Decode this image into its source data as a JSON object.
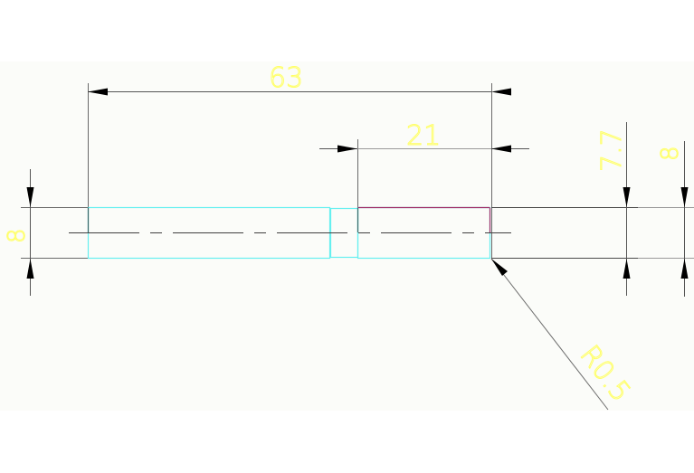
{
  "drawing": {
    "type": "CAD shaft profile drawing",
    "colors": {
      "background": "#fbfcf9",
      "outline_cyan": "#66f0f0",
      "outline_magenta": "#a0306a",
      "dimension_line": "#5a5a5a",
      "dimension_text": "#ffff66",
      "centerline": "#404040"
    },
    "dimensions": {
      "overall_length": {
        "label": "63"
      },
      "section_length": {
        "label": "21"
      },
      "left_diameter": {
        "label": "8"
      },
      "right_diameter_inner": {
        "label": "7.7"
      },
      "right_diameter_outer": {
        "label": "8"
      },
      "fillet_radius": {
        "label": "R0.5"
      }
    }
  }
}
